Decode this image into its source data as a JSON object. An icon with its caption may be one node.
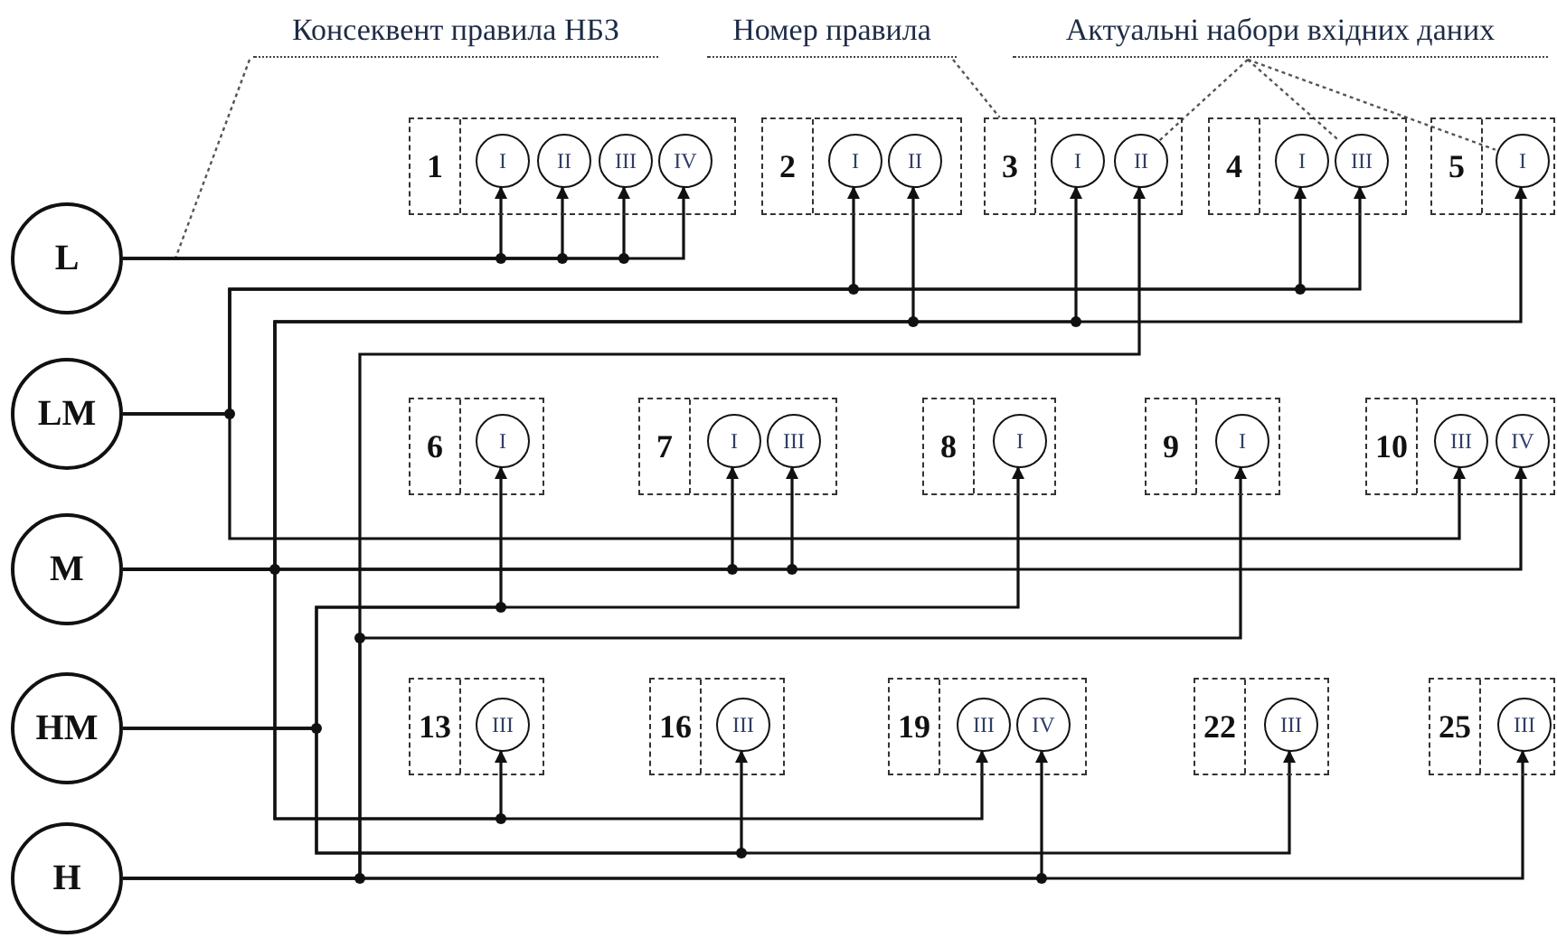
{
  "diagram": {
    "nodes": [
      {
        "text": [
          "Консеквент правила НБЗ"
        ]
      },
      {
        "text": [
          "Номер правила"
        ]
      },
      {
        "text": [
          "Актуальні набори вхідних даних"
        ]
      },
      {
        "text": [
          "L"
        ]
      },
      {
        "text": [
          "LM"
        ]
      },
      {
        "text": [
          "M"
        ]
      },
      {
        "text": [
          "HM"
        ]
      },
      {
        "text": [
          "H"
        ]
      },
      {
        "text": [
          "1"
        ]
      },
      {
        "text": [
          "I"
        ],
        "in": 8
      },
      {
        "text": [
          "II"
        ],
        "in": 8
      },
      {
        "text": [
          "III"
        ],
        "in": 8
      },
      {
        "text": [
          "IV"
        ],
        "in": 8
      },
      {
        "text": [
          "2"
        ]
      },
      {
        "text": [
          "I"
        ],
        "in": 13
      },
      {
        "text": [
          "II"
        ],
        "in": 13
      },
      {
        "text": [
          "3"
        ]
      },
      {
        "text": [
          "I"
        ],
        "in": 16
      },
      {
        "text": [
          "II"
        ],
        "in": 16
      },
      {
        "text": [
          "4"
        ]
      },
      {
        "text": [
          "I"
        ],
        "in": 19
      },
      {
        "text": [
          "III"
        ],
        "in": 19
      },
      {
        "text": [
          "5"
        ]
      },
      {
        "text": [
          "I"
        ],
        "in": 22
      },
      {
        "text": [
          "6"
        ]
      },
      {
        "text": [
          "I"
        ],
        "in": 24
      },
      {
        "text": [
          "7"
        ]
      },
      {
        "text": [
          "I"
        ],
        "in": 26
      },
      {
        "text": [
          "III"
        ],
        "in": 26
      },
      {
        "text": [
          "8"
        ]
      },
      {
        "text": [
          "I"
        ],
        "in": 29
      },
      {
        "text": [
          "9"
        ]
      },
      {
        "text": [
          "I"
        ],
        "in": 31
      },
      {
        "text": [
          "10"
        ]
      },
      {
        "text": [
          "III"
        ],
        "in": 33
      },
      {
        "text": [
          "IV"
        ],
        "in": 33
      },
      {
        "text": [
          "13"
        ]
      },
      {
        "text": [
          "III"
        ],
        "in": 36
      },
      {
        "text": [
          "16"
        ]
      },
      {
        "text": [
          "III"
        ],
        "in": 38
      },
      {
        "text": [
          "19"
        ]
      },
      {
        "text": [
          "III"
        ],
        "in": 40
      },
      {
        "text": [
          "IV"
        ],
        "in": 40
      },
      {
        "text": [
          "22"
        ]
      },
      {
        "text": [
          "III"
        ],
        "in": 43
      },
      {
        "text": [
          "25"
        ]
      },
      {
        "text": [
          "III"
        ],
        "in": 45
      }
    ],
    "edges": [
      {
        "from": 0,
        "to": null,
        "arrow": "none",
        "style": "dashed"
      },
      {
        "from": 1,
        "to": 16,
        "arrow": "none",
        "style": "dashed"
      },
      {
        "from": 2,
        "to": 18,
        "arrow": "none",
        "style": "dashed"
      },
      {
        "from": 2,
        "to": 21,
        "arrow": "none",
        "style": "dashed"
      },
      {
        "from": 2,
        "to": 23,
        "arrow": "none",
        "style": "dashed"
      },
      {
        "from": 3,
        "to": 9,
        "arrow": "to"
      },
      {
        "from": 3,
        "to": 10,
        "arrow": "to"
      },
      {
        "from": 3,
        "to": 11,
        "arrow": "to"
      },
      {
        "from": 3,
        "to": 12,
        "arrow": "to"
      },
      {
        "from": 4,
        "to": 14,
        "arrow": "to"
      },
      {
        "from": 4,
        "to": 20,
        "arrow": "to"
      },
      {
        "from": 4,
        "to": 21,
        "arrow": "to"
      },
      {
        "from": 4,
        "to": 34,
        "arrow": "to"
      },
      {
        "from": 5,
        "to": 15,
        "arrow": "to"
      },
      {
        "from": 5,
        "to": 17,
        "arrow": "to"
      },
      {
        "from": 5,
        "to": 23,
        "arrow": "to"
      },
      {
        "from": 5,
        "to": 27,
        "arrow": "to"
      },
      {
        "from": 5,
        "to": 28,
        "arrow": "to"
      },
      {
        "from": 5,
        "to": 35,
        "arrow": "to"
      },
      {
        "from": 5,
        "to": 37,
        "arrow": "to"
      },
      {
        "from": 5,
        "to": 41,
        "arrow": "to"
      },
      {
        "from": 6,
        "to": 25,
        "arrow": "to"
      },
      {
        "from": 6,
        "to": 30,
        "arrow": "to"
      },
      {
        "from": 6,
        "to": 39,
        "arrow": "to"
      },
      {
        "from": 6,
        "to": 44,
        "arrow": "to"
      },
      {
        "from": 7,
        "to": 18,
        "arrow": "to"
      },
      {
        "from": 7,
        "to": 32,
        "arrow": "to"
      },
      {
        "from": 7,
        "to": 42,
        "arrow": "to"
      },
      {
        "from": 7,
        "to": 46,
        "arrow": "to"
      }
    ]
  }
}
